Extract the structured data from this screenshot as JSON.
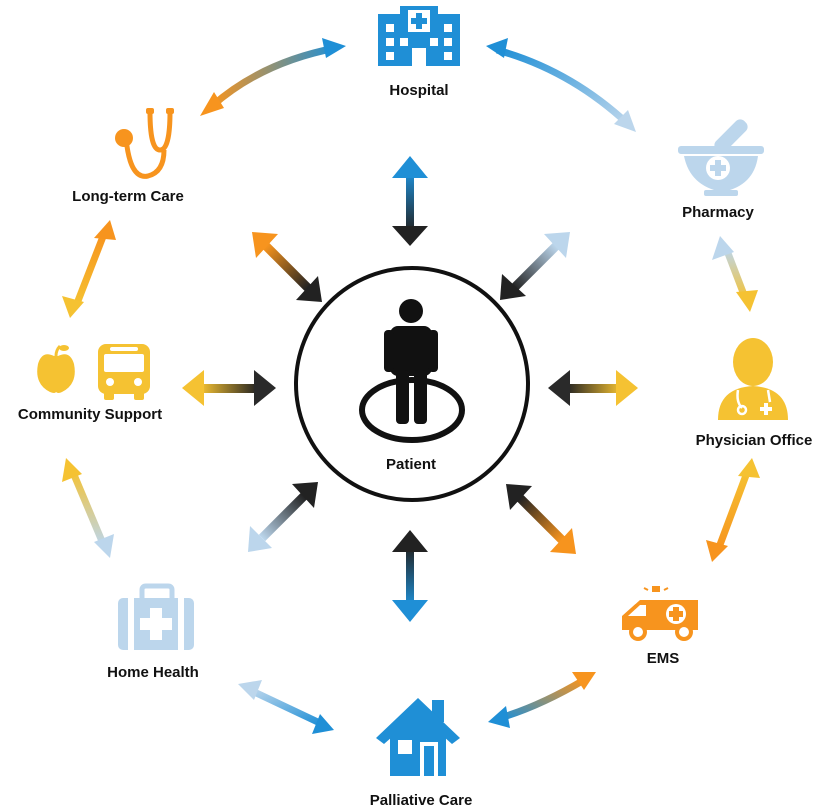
{
  "center": {
    "label": "Patient"
  },
  "nodes": [
    {
      "id": "hospital",
      "label": "Hospital",
      "icon": "hospital-building-icon",
      "color": "#1f8fd6"
    },
    {
      "id": "pharmacy",
      "label": "Pharmacy",
      "icon": "mortar-pestle-icon",
      "color": "#bcd6ec"
    },
    {
      "id": "physician",
      "label": "Physician Office",
      "icon": "doctor-icon",
      "color": "#f5c232"
    },
    {
      "id": "ems",
      "label": "EMS",
      "icon": "ambulance-icon",
      "color": "#f7941e"
    },
    {
      "id": "palliative",
      "label": "Palliative Care",
      "icon": "house-icon",
      "color": "#1f8fd6"
    },
    {
      "id": "homehealth",
      "label": "Home Health",
      "icon": "first-aid-kit-icon",
      "color": "#bcd6ec"
    },
    {
      "id": "community",
      "label": "Community Support",
      "icon": "apple-bus-icon",
      "color": "#f5c232"
    },
    {
      "id": "longterm",
      "label": "Long-term Care",
      "icon": "stethoscope-icon",
      "color": "#f7941e"
    }
  ],
  "colors": {
    "blue": "#1f8fd6",
    "light_blue": "#bcd6ec",
    "yellow": "#f5c232",
    "orange": "#f7941e",
    "dark": "#2a2a2a"
  }
}
